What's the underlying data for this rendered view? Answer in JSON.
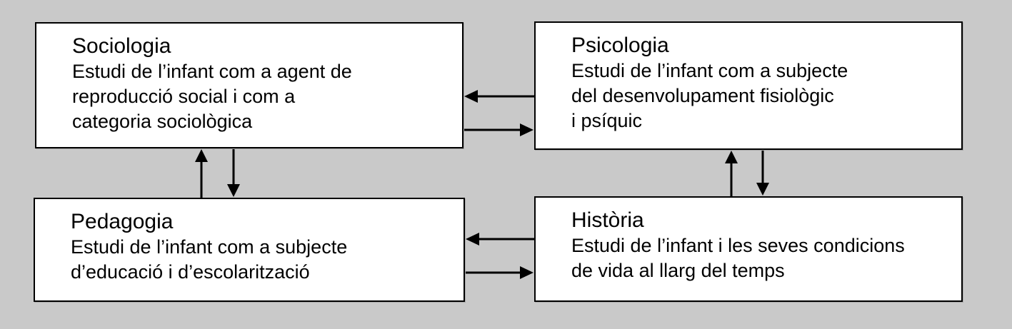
{
  "canvas": {
    "colors": {
      "background": "#c9c9c9",
      "box-fill": "#ffffff",
      "box-border": "#000000",
      "arrow": "#000000"
    }
  },
  "boxes": [
    {
      "id": "sociologia",
      "title": "Sociologia",
      "lines": [
        "Estudi de l’infant com a agent de",
        "reproducció social i com a",
        "categoria sociològica"
      ]
    },
    {
      "id": "psicologia",
      "title": "Psicologia",
      "lines": [
        "Estudi de l’infant com a subjecte",
        "del desenvolupament fisiològic",
        "i psíquic"
      ]
    },
    {
      "id": "pedagogia",
      "title": "Pedagogia",
      "lines": [
        "Estudi de l’infant com a subjecte",
        "d’educació i d’escolarització"
      ]
    },
    {
      "id": "historia",
      "title": "Història",
      "lines": [
        "Estudi de l’infant i les seves condicions",
        "de vida al llarg del temps"
      ]
    }
  ],
  "relations": [
    {
      "from": "Psicologia",
      "to": "Sociologia",
      "type": "arrow"
    },
    {
      "from": "Sociologia",
      "to": "Psicologia",
      "type": "arrow"
    },
    {
      "from": "Sociologia",
      "to": "Pedagogia",
      "type": "arrow"
    },
    {
      "from": "Pedagogia",
      "to": "Sociologia",
      "type": "arrow"
    },
    {
      "from": "Psicologia",
      "to": "Història",
      "type": "arrow"
    },
    {
      "from": "Història",
      "to": "Psicologia",
      "type": "arrow"
    },
    {
      "from": "Història",
      "to": "Pedagogia",
      "type": "arrow"
    },
    {
      "from": "Pedagogia",
      "to": "Història",
      "type": "arrow"
    }
  ]
}
